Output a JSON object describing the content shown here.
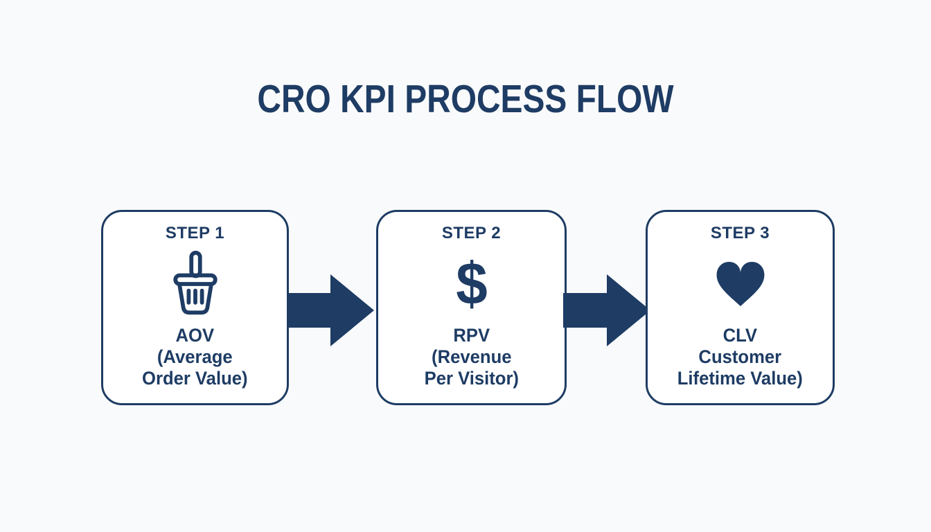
{
  "page": {
    "background": "#f9fafb",
    "accent": "#1e3c64"
  },
  "title": "CRO KPI PROCESS FLOW",
  "steps": [
    {
      "label": "STEP 1",
      "icon": "basket-icon",
      "lines": [
        "AOV",
        "(Average",
        "Order Value)"
      ]
    },
    {
      "label": "STEP 2",
      "icon": "dollar-icon",
      "icon_glyph": "$",
      "lines": [
        "RPV",
        "(Revenue",
        "Per Visitor)"
      ]
    },
    {
      "label": "STEP 3",
      "icon": "heart-icon",
      "lines": [
        "CLV",
        "Customer",
        "Lifetime Value)"
      ]
    }
  ],
  "connectors": [
    {
      "icon": "arrow-right-icon"
    },
    {
      "icon": "arrow-right-icon"
    }
  ]
}
